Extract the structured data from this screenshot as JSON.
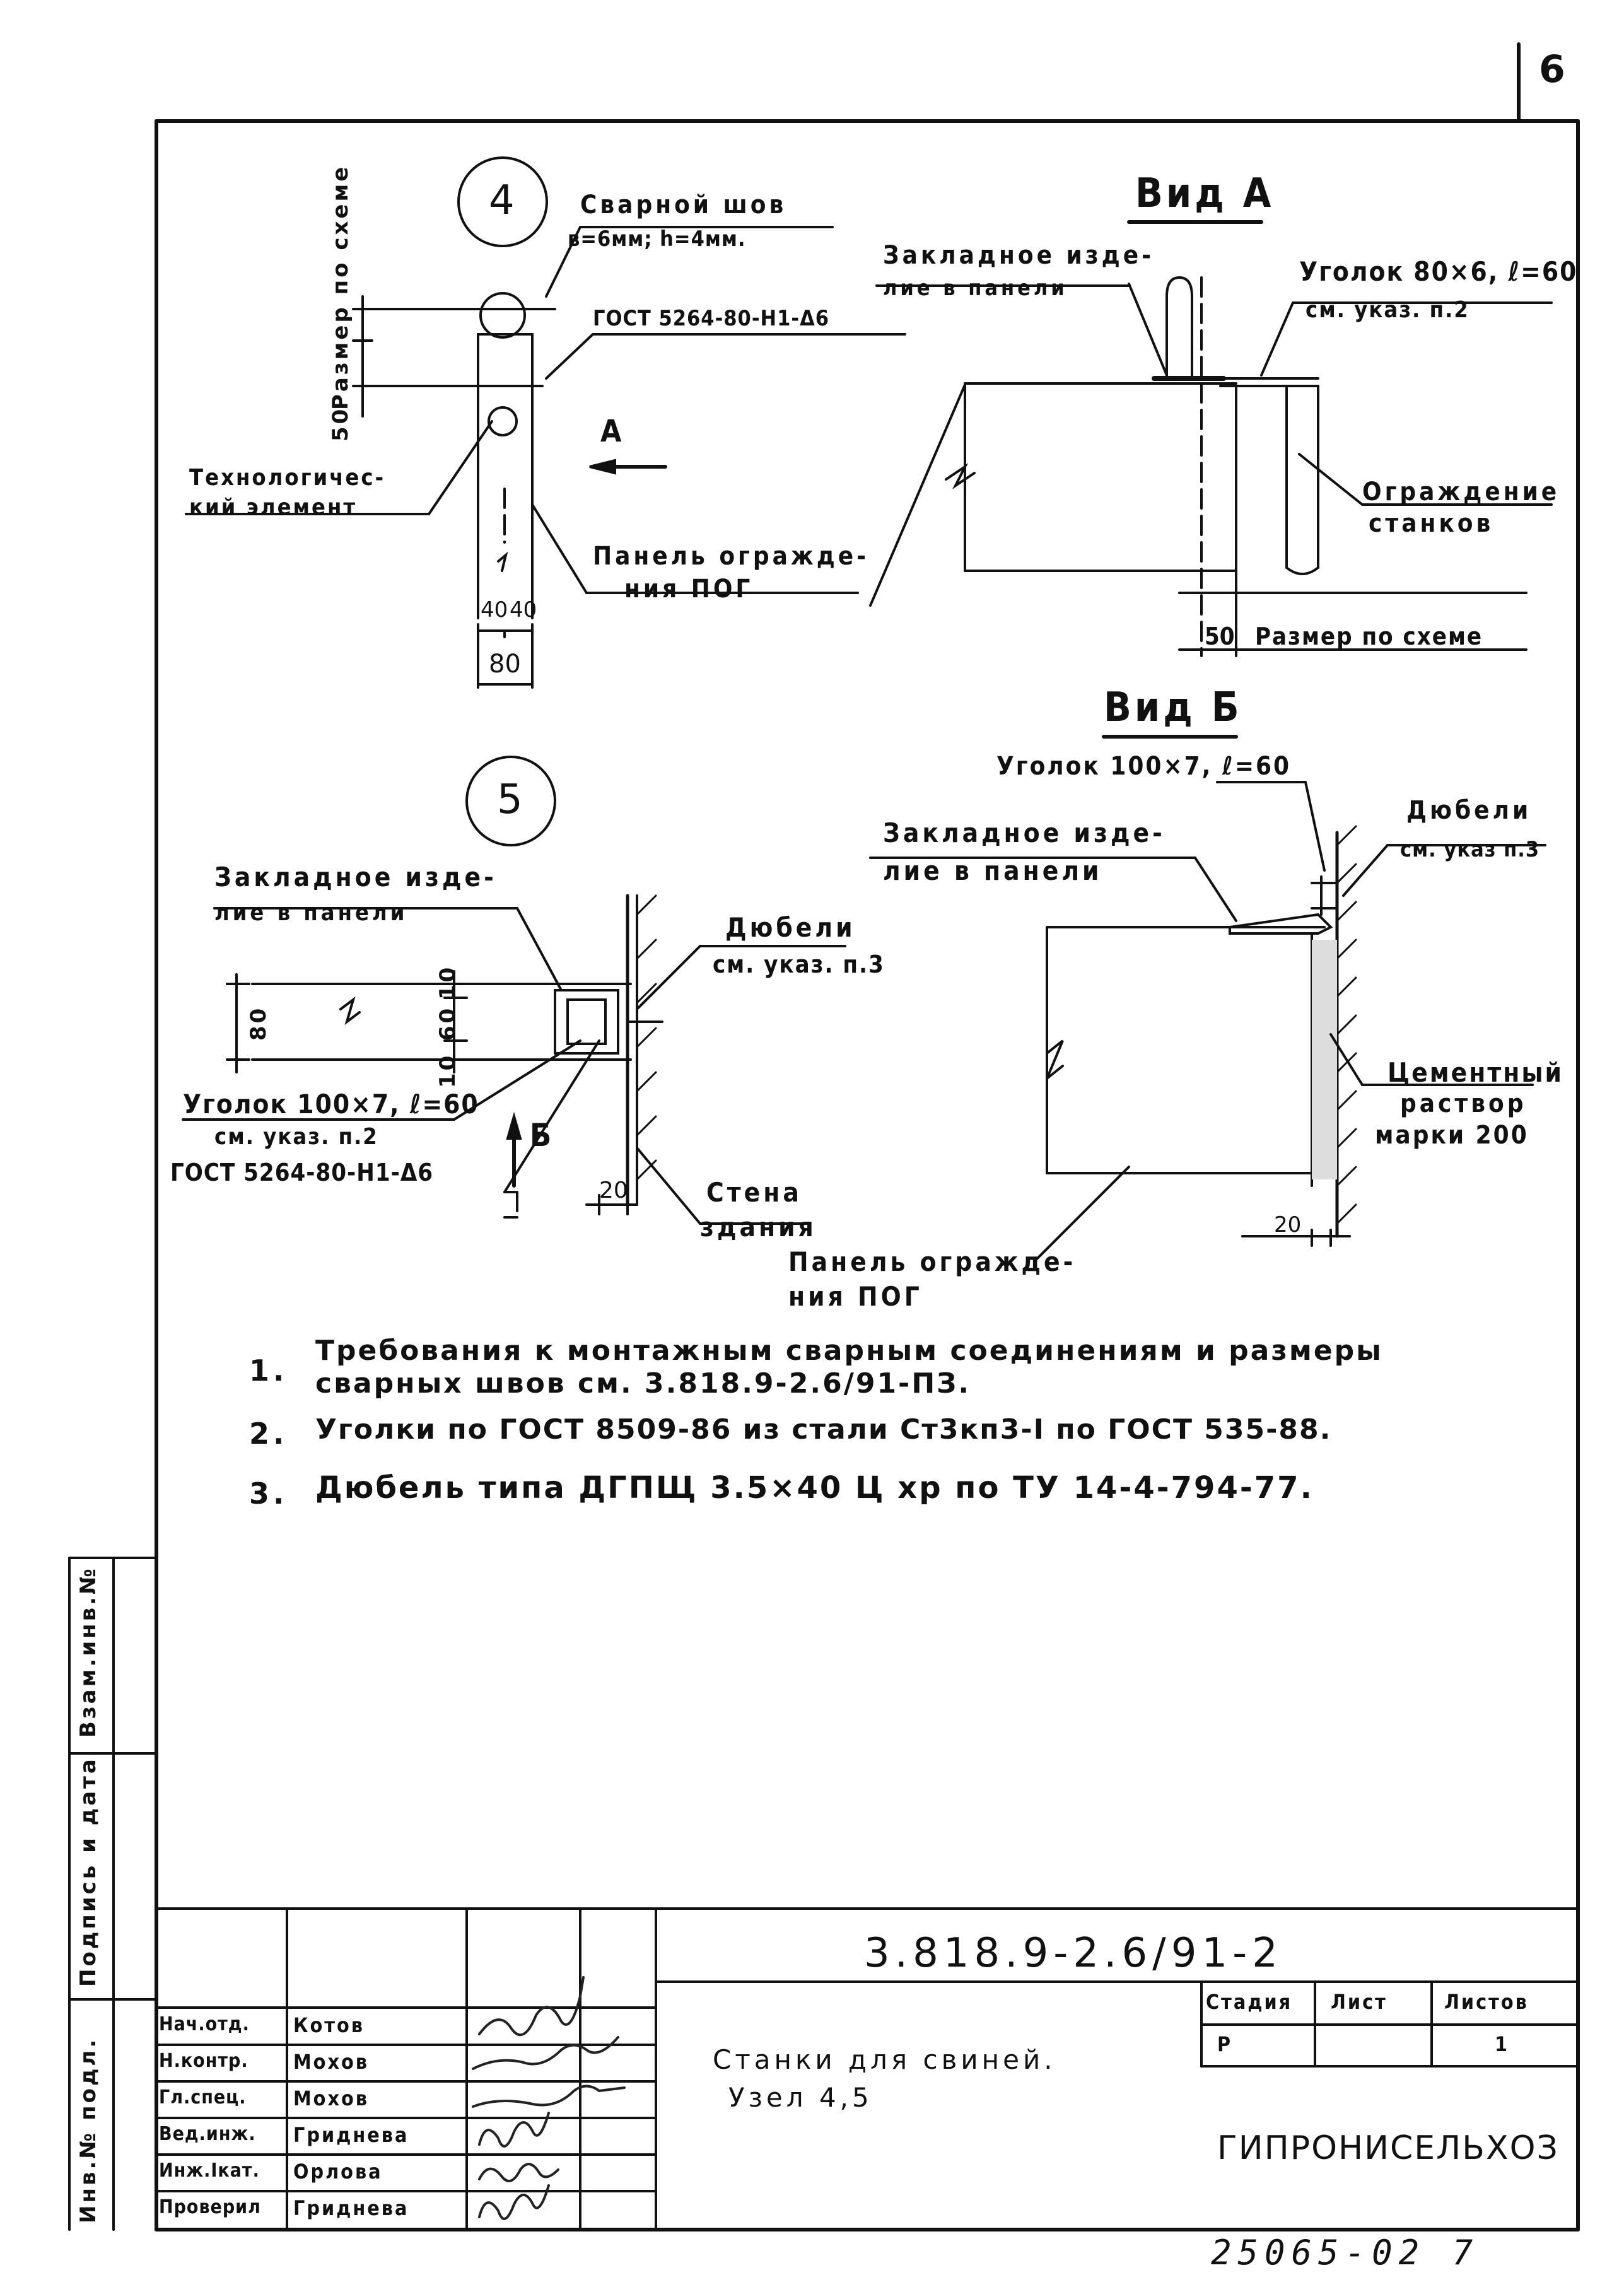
{
  "page_number": "6",
  "node4": {
    "circle": "4",
    "weld_line1": "Сварной шов",
    "weld_line2": "в=6мм; h=4мм.",
    "gost": "ГОСТ 5264-80-Н1-Δ6",
    "dim_vertical": "Размер по схеме",
    "dim_50": "50",
    "tech_line1": "Технологичес-",
    "tech_line2": "кий элемент",
    "panel_line1": "Панель огражде-",
    "panel_line2": "ния ПОГ",
    "arrow_a": "А",
    "dim_40a": "40",
    "dim_40b": "40",
    "dim_80": "80"
  },
  "view_a": {
    "title": "Вид А",
    "embed_line1": "Закладное изде-",
    "embed_line2": "лие в панели",
    "angle_line1": "Уголок 80×6, ℓ=60",
    "angle_line2": "см. указ. п.2",
    "fence_line1": "Ограждение",
    "fence_line2": "станков",
    "dim_50": "50",
    "dim_label": "Размер по схеме"
  },
  "view_b": {
    "title": "Вид Б",
    "angle": "Уголок 100×7, ℓ=60",
    "embed_line1": "Закладное изде-",
    "embed_line2": "лие в панели",
    "dowel_line1": "Дюбели",
    "dowel_line2": "см. указ п.3",
    "cement_line1": "Цементный",
    "cement_line2": "раствор",
    "cement_line3": "марки 200",
    "dim_20": "20",
    "panel_line1": "Панель огражде-",
    "panel_line2": "ния ПОГ"
  },
  "node5": {
    "circle": "5",
    "embed_line1": "Закладное изде-",
    "embed_line2": "лие в панели",
    "dowel_line1": "Дюбели",
    "dowel_line2": "см. указ. п.3",
    "dim_80": "80",
    "dim_10a": "10",
    "dim_60": "60",
    "dim_10b": "10",
    "angle_line1": "Уголок 100×7, ℓ=60",
    "angle_line2": "см. указ. п.2",
    "gost": "ГОСТ 5264-80-Н1-Δ6",
    "arrow_b": "Б",
    "dim_20": "20",
    "wall_line1": "Стена",
    "wall_line2": "здания"
  },
  "notes": [
    {
      "num": "1.",
      "line1": "Требования к монтажным сварным соединениям и размеры",
      "line2": "сварных швов см. 3.818.9-2.6/91-ПЗ."
    },
    {
      "num": "2.",
      "line1": "Уголки по ГОСТ 8509-86 из стали Ст3кп3-I по ГОСТ 535-88.",
      "line2": ""
    },
    {
      "num": "3.",
      "line1": "Дюбель типа ДГПЩ 3.5×40 Ц хр по ТУ 14-4-794-77.",
      "line2": ""
    }
  ],
  "side_stamp": {
    "inv_vzam": "Взам.инв.№",
    "sign_date": "Подпись и дата",
    "inv_podl": "Инв.№ подл."
  },
  "title_block": {
    "doc_code": "3.818.9-2.6/91-2",
    "title_line1": "Станки для свиней.",
    "title_line2": "Узел 4,5",
    "stage_header": "Стадия",
    "sheet_header": "Лист",
    "sheets_header": "Листов",
    "stage_value": "Р",
    "sheet_value": "",
    "sheets_value": "1",
    "organization": "ГИПРОНИСЕЛЬХОЗ",
    "signers": [
      {
        "role": "Нач.отд.",
        "name": "Котов"
      },
      {
        "role": "Н.контр.",
        "name": "Мохов"
      },
      {
        "role": "Гл.спец.",
        "name": "Мохов"
      },
      {
        "role": "Вед.инж.",
        "name": "Гриднева"
      },
      {
        "role": "Инж.Iкат.",
        "name": "Орлова"
      },
      {
        "role": "Проверил",
        "name": "Гриднева"
      }
    ]
  },
  "archive_number": "25065-02 7"
}
